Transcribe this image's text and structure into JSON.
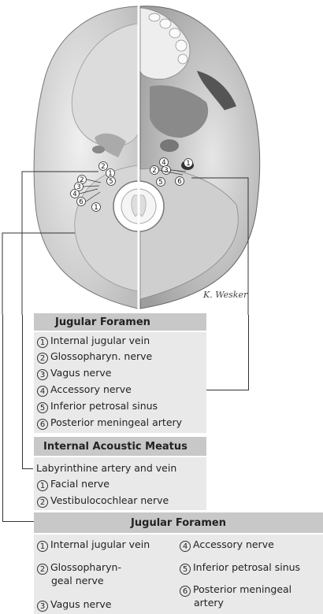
{
  "artist_signature": "K. Wesker",
  "box1": {
    "title": "Jugular Foramen",
    "items": [
      {
        "num": "1",
        "label": "Internal jugular vein"
      },
      {
        "num": "2",
        "label": "Glossopharyn. nerve"
      },
      {
        "num": "3",
        "label": "Vagus nerve"
      },
      {
        "num": "4",
        "label": "Accessory nerve"
      },
      {
        "num": "5",
        "label": "Inferior petrosal sinus"
      },
      {
        "num": "6",
        "label": "Posterior meningeal artery"
      }
    ]
  },
  "box2": {
    "title": "Internal Acoustic Meatus",
    "intro": "Labyrinthine artery and vein",
    "items": [
      {
        "num": "1",
        "label": "Facial nerve"
      },
      {
        "num": "2",
        "label": "Vestibulocochlear nerve"
      }
    ]
  },
  "box3": {
    "title": "Jugular Foramen",
    "left_items": [
      {
        "num": "1",
        "label": "Internal jugular vein"
      },
      {
        "num": "2",
        "label": "Glossopharyn-",
        "label2": "geal nerve"
      },
      {
        "num": "3",
        "label": "Vagus nerve"
      }
    ],
    "right_items": [
      {
        "num": "4",
        "label": "Accessory nerve"
      },
      {
        "num": "5",
        "label": "Inferior petrosal sinus"
      },
      {
        "num": "6",
        "label": "Posterior meningeal",
        "label2": "artery"
      }
    ]
  },
  "callouts_left": [
    "2",
    "1",
    "5",
    "3",
    "4",
    "6",
    "1"
  ],
  "callouts_right": [
    "4",
    "3",
    "1",
    "2",
    "5",
    "6"
  ]
}
